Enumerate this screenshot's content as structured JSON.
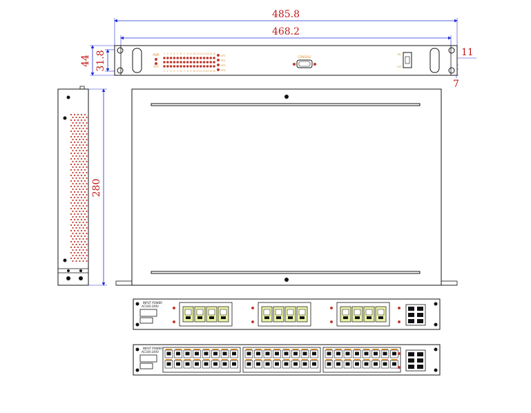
{
  "dimensions": {
    "overall_width": "485.8",
    "inner_width": "468.2",
    "height": "44",
    "inner_height": "31.8",
    "depth": "280",
    "ear_offset": "11",
    "ear_hole": "7"
  },
  "front_panel": {
    "led_top_label": "PWR",
    "led_bottom_label": "SYS",
    "port_numbers_top": [
      "1",
      "2",
      "3",
      "4",
      "5",
      "6",
      "7",
      "8",
      "9",
      "10",
      "11",
      "12",
      "13",
      "14",
      "15",
      "16"
    ],
    "port_numbers_bottom": [
      "1",
      "2",
      "3",
      "4",
      "5",
      "6",
      "7",
      "8",
      "9",
      "10",
      "11",
      "12",
      "13",
      "14",
      "15",
      "16"
    ],
    "side_labels": [
      "SP1",
      "SP2",
      "SP3",
      "SP4"
    ],
    "console_label": "CONSOLE",
    "switch_labels": [
      "ON",
      "OFF"
    ]
  },
  "rear_panels": {
    "panel1_title_line1": "INPUT POWER",
    "panel1_title_line2": "AC100-240V",
    "panel2_title_line1": "INPUT POWER",
    "panel2_title_line2": "AC100-240V"
  },
  "colors": {
    "outline": "#111111",
    "dimension": "#1f2fd6",
    "dimension_text": "#c01818",
    "led": "#c0392b",
    "port_label": "#e08a1e",
    "port_fill": "#e9f0a6"
  }
}
